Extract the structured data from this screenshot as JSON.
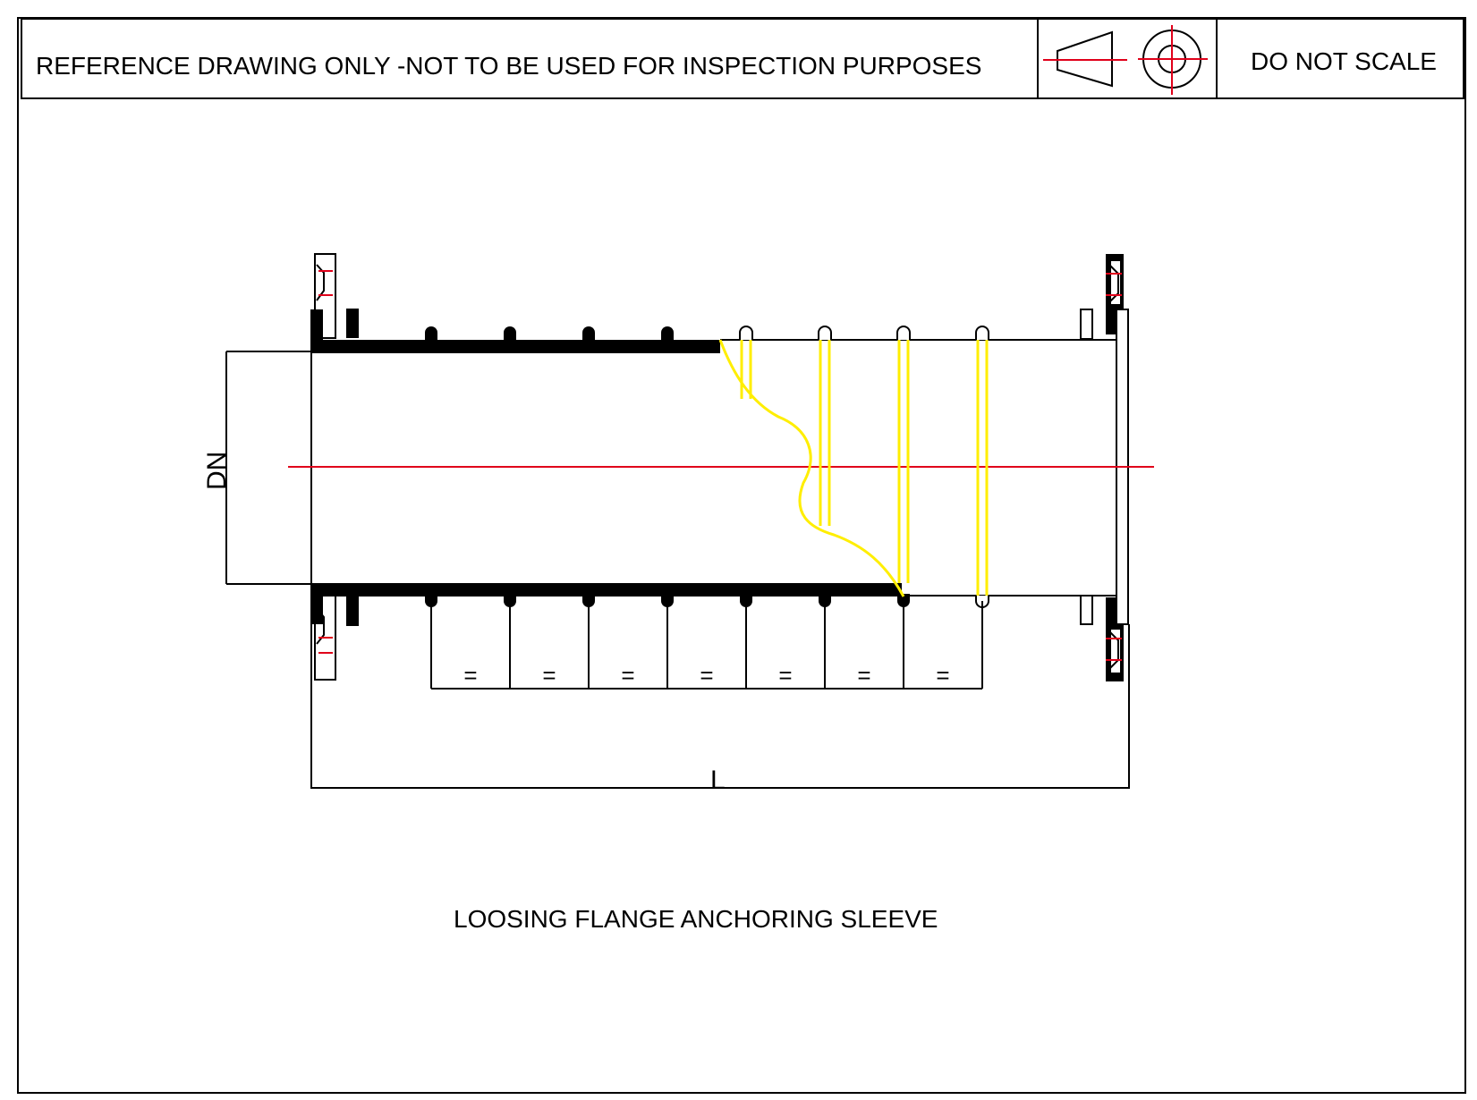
{
  "title_block": {
    "notice": "REFERENCE DRAWING ONLY -NOT TO BE USED FOR INSPECTION PURPOSES",
    "scale_note": "DO NOT SCALE",
    "projection_symbol": "third-angle-projection-icon"
  },
  "drawing": {
    "caption": "LOOSING FLANGE ANCHORING SLEEVE",
    "dimension_diameter": "DN",
    "dimension_length": "L",
    "equal_spacing_mark": "=",
    "equal_spacing_count": 7
  },
  "colors": {
    "line": "#000000",
    "centerline": "#e0001a",
    "seal_rings": "#ffee00",
    "background": "#ffffff"
  }
}
